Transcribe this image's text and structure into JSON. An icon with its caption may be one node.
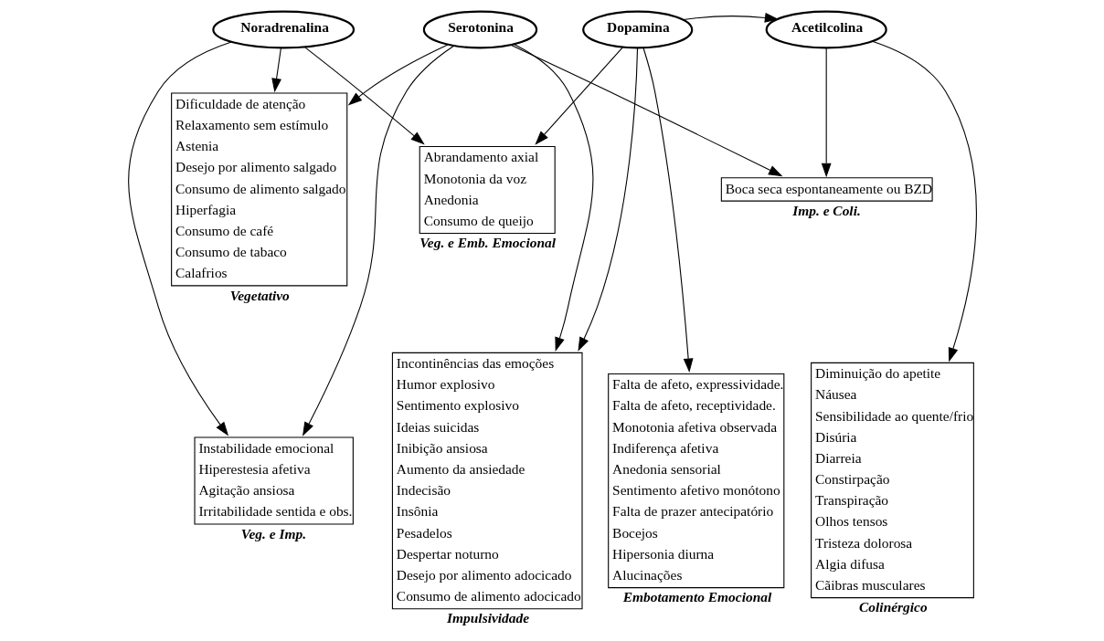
{
  "diagram": {
    "nodes": [
      {
        "text": [
          "Noradrenalina"
        ]
      },
      {
        "text": [
          "Serotonina"
        ]
      },
      {
        "text": [
          "Dopamina"
        ]
      },
      {
        "text": [
          "Acetilcolina"
        ]
      },
      {
        "text": [
          "Dificuldade de atenção",
          "Relaxamento sem estímulo",
          "Astenia",
          "Desejo por alimento salgado",
          "Consumo de alimento salgado",
          "Hiperfagia",
          "Consumo de café",
          "Consumo de tabaco",
          "Calafrios"
        ],
        "beside": [
          "Vegetativo"
        ]
      },
      {
        "text": [
          "Abrandamento axial",
          "Monotonia da voz",
          "Anedonia",
          "Consumo de queijo"
        ],
        "beside": [
          "Veg. e Emb. Emocional"
        ]
      },
      {
        "text": [
          "Boca seca espontaneamente ou BZD"
        ],
        "beside": [
          "Imp. e Coli."
        ]
      },
      {
        "text": [
          "Instabilidade emocional",
          "Hiperestesia afetiva",
          "Agitação ansiosa",
          "Irritabilidade sentida e obs."
        ],
        "beside": [
          "Veg. e Imp."
        ]
      },
      {
        "text": [
          "Incontinências das emoções",
          "Humor explosivo",
          "Sentimento explosivo",
          "Ideias suicidas",
          "Inibição ansiosa",
          "Aumento da ansiedade",
          "Indecisão",
          "Insônia",
          "Pesadelos",
          "Despertar noturno",
          "Desejo por alimento adocicado",
          "Consumo de alimento adocicado"
        ],
        "beside": [
          "Impulsividade"
        ]
      },
      {
        "text": [
          "Falta de afeto, expressividade.",
          "Falta de afeto, receptividade.",
          "Monotonia afetiva observada",
          "Indiferença afetiva",
          "Anedonia sensorial",
          "Sentimento afetivo monótono",
          "Falta de prazer antecipatório",
          "Bocejos",
          "Hipersonia diurna",
          "Alucinações"
        ],
        "beside": [
          "Embotamento Emocional"
        ]
      },
      {
        "text": [
          "Diminuição do apetite",
          "Náusea",
          "Sensibilidade ao quente/frio",
          "Disúria",
          "Diarreia",
          "Constirpação",
          "Transpiração",
          "Olhos tensos",
          "Tristeza dolorosa",
          "Algia difusa",
          "Cãibras musculares"
        ],
        "beside": [
          "Colinérgico"
        ]
      }
    ],
    "edges": [
      {
        "from": 0,
        "to": 4,
        "arrow": "to"
      },
      {
        "from": 0,
        "to": 7,
        "arrow": "to"
      },
      {
        "from": 0,
        "to": 5,
        "arrow": "to"
      },
      {
        "from": 1,
        "to": 4,
        "arrow": "to"
      },
      {
        "from": 1,
        "to": 7,
        "arrow": "to"
      },
      {
        "from": 1,
        "to": 8,
        "arrow": "to"
      },
      {
        "from": 1,
        "to": 6,
        "arrow": "to"
      },
      {
        "from": 2,
        "to": 5,
        "arrow": "to"
      },
      {
        "from": 2,
        "to": 8,
        "arrow": "to"
      },
      {
        "from": 2,
        "to": 9,
        "arrow": "to"
      },
      {
        "from": 2,
        "to": 3,
        "arrow": "to"
      },
      {
        "from": 3,
        "to": 6,
        "arrow": "to"
      },
      {
        "from": 3,
        "to": 10,
        "arrow": "to"
      }
    ]
  }
}
